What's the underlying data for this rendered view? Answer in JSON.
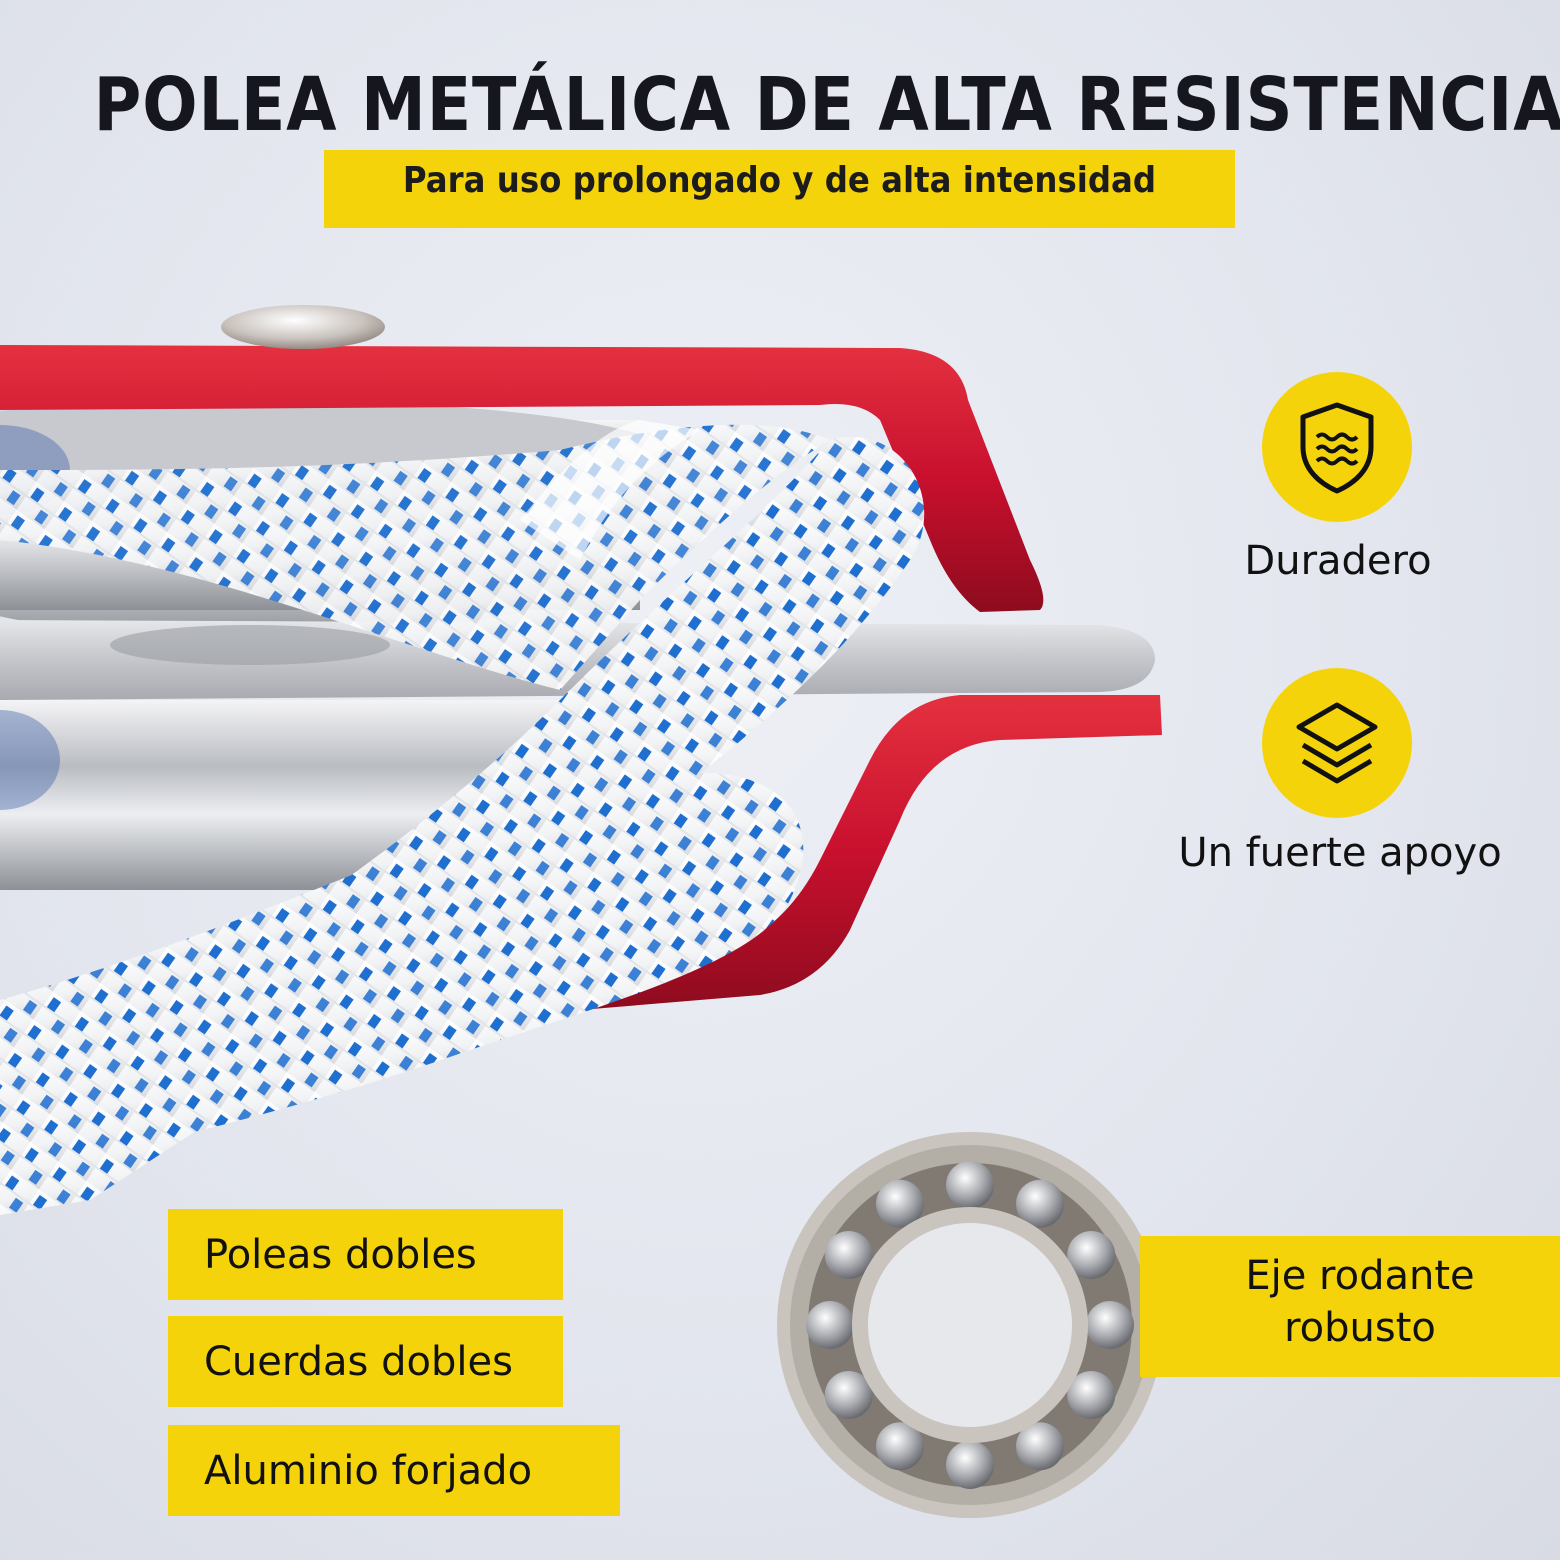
{
  "header": {
    "title": "POLEA METÁLICA DE ALTA RESISTENCIA",
    "subtitle": "Para uso prolongado y de alta intensidad"
  },
  "features": [
    {
      "icon": "shield-waves-icon",
      "label": "Duradero"
    },
    {
      "icon": "layers-icon",
      "label": "Un fuerte apoyo"
    }
  ],
  "tags": [
    {
      "label": "Poleas dobles"
    },
    {
      "label": "Cuerdas dobles"
    },
    {
      "label": "Aluminio forjado"
    }
  ],
  "bearing": {
    "line1": "Eje rodante",
    "line2": "robusto"
  },
  "colors": {
    "accent_yellow": "#f5d30a",
    "frame_red": "#c8102e",
    "rope_blue": "#1f6fd1",
    "text_dark": "#16161e"
  }
}
